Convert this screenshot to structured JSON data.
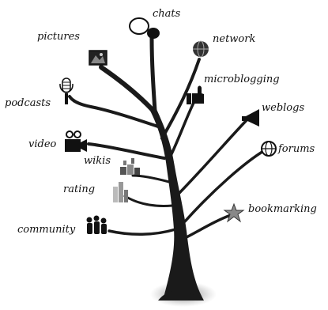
{
  "labels": {
    "chats": "chats",
    "pictures": "pictures",
    "network": "network",
    "microblogging": "microblogging",
    "podcasts": "podcasts",
    "weblogs": "weblogs",
    "video": "video",
    "forums": "forums",
    "wikis": "wikis",
    "rating": "rating",
    "bookmarking": "bookmarking",
    "community": "community"
  },
  "icons": {
    "chats": "speech-bubble-icon",
    "pictures": "photo-icon",
    "network": "globe-network-icon",
    "microblogging": "thumbs-up-icon",
    "podcasts": "microphone-icon",
    "weblogs": "megaphone-icon",
    "video": "video-camera-icon",
    "forums": "globe-icon",
    "wikis": "wiki-puzzle-icon",
    "rating": "rating-bars-icon",
    "bookmarking": "star-bookmark-icon",
    "community": "people-group-icon"
  },
  "colors": {
    "branch": "#1a1a1a",
    "text": "#111111"
  }
}
